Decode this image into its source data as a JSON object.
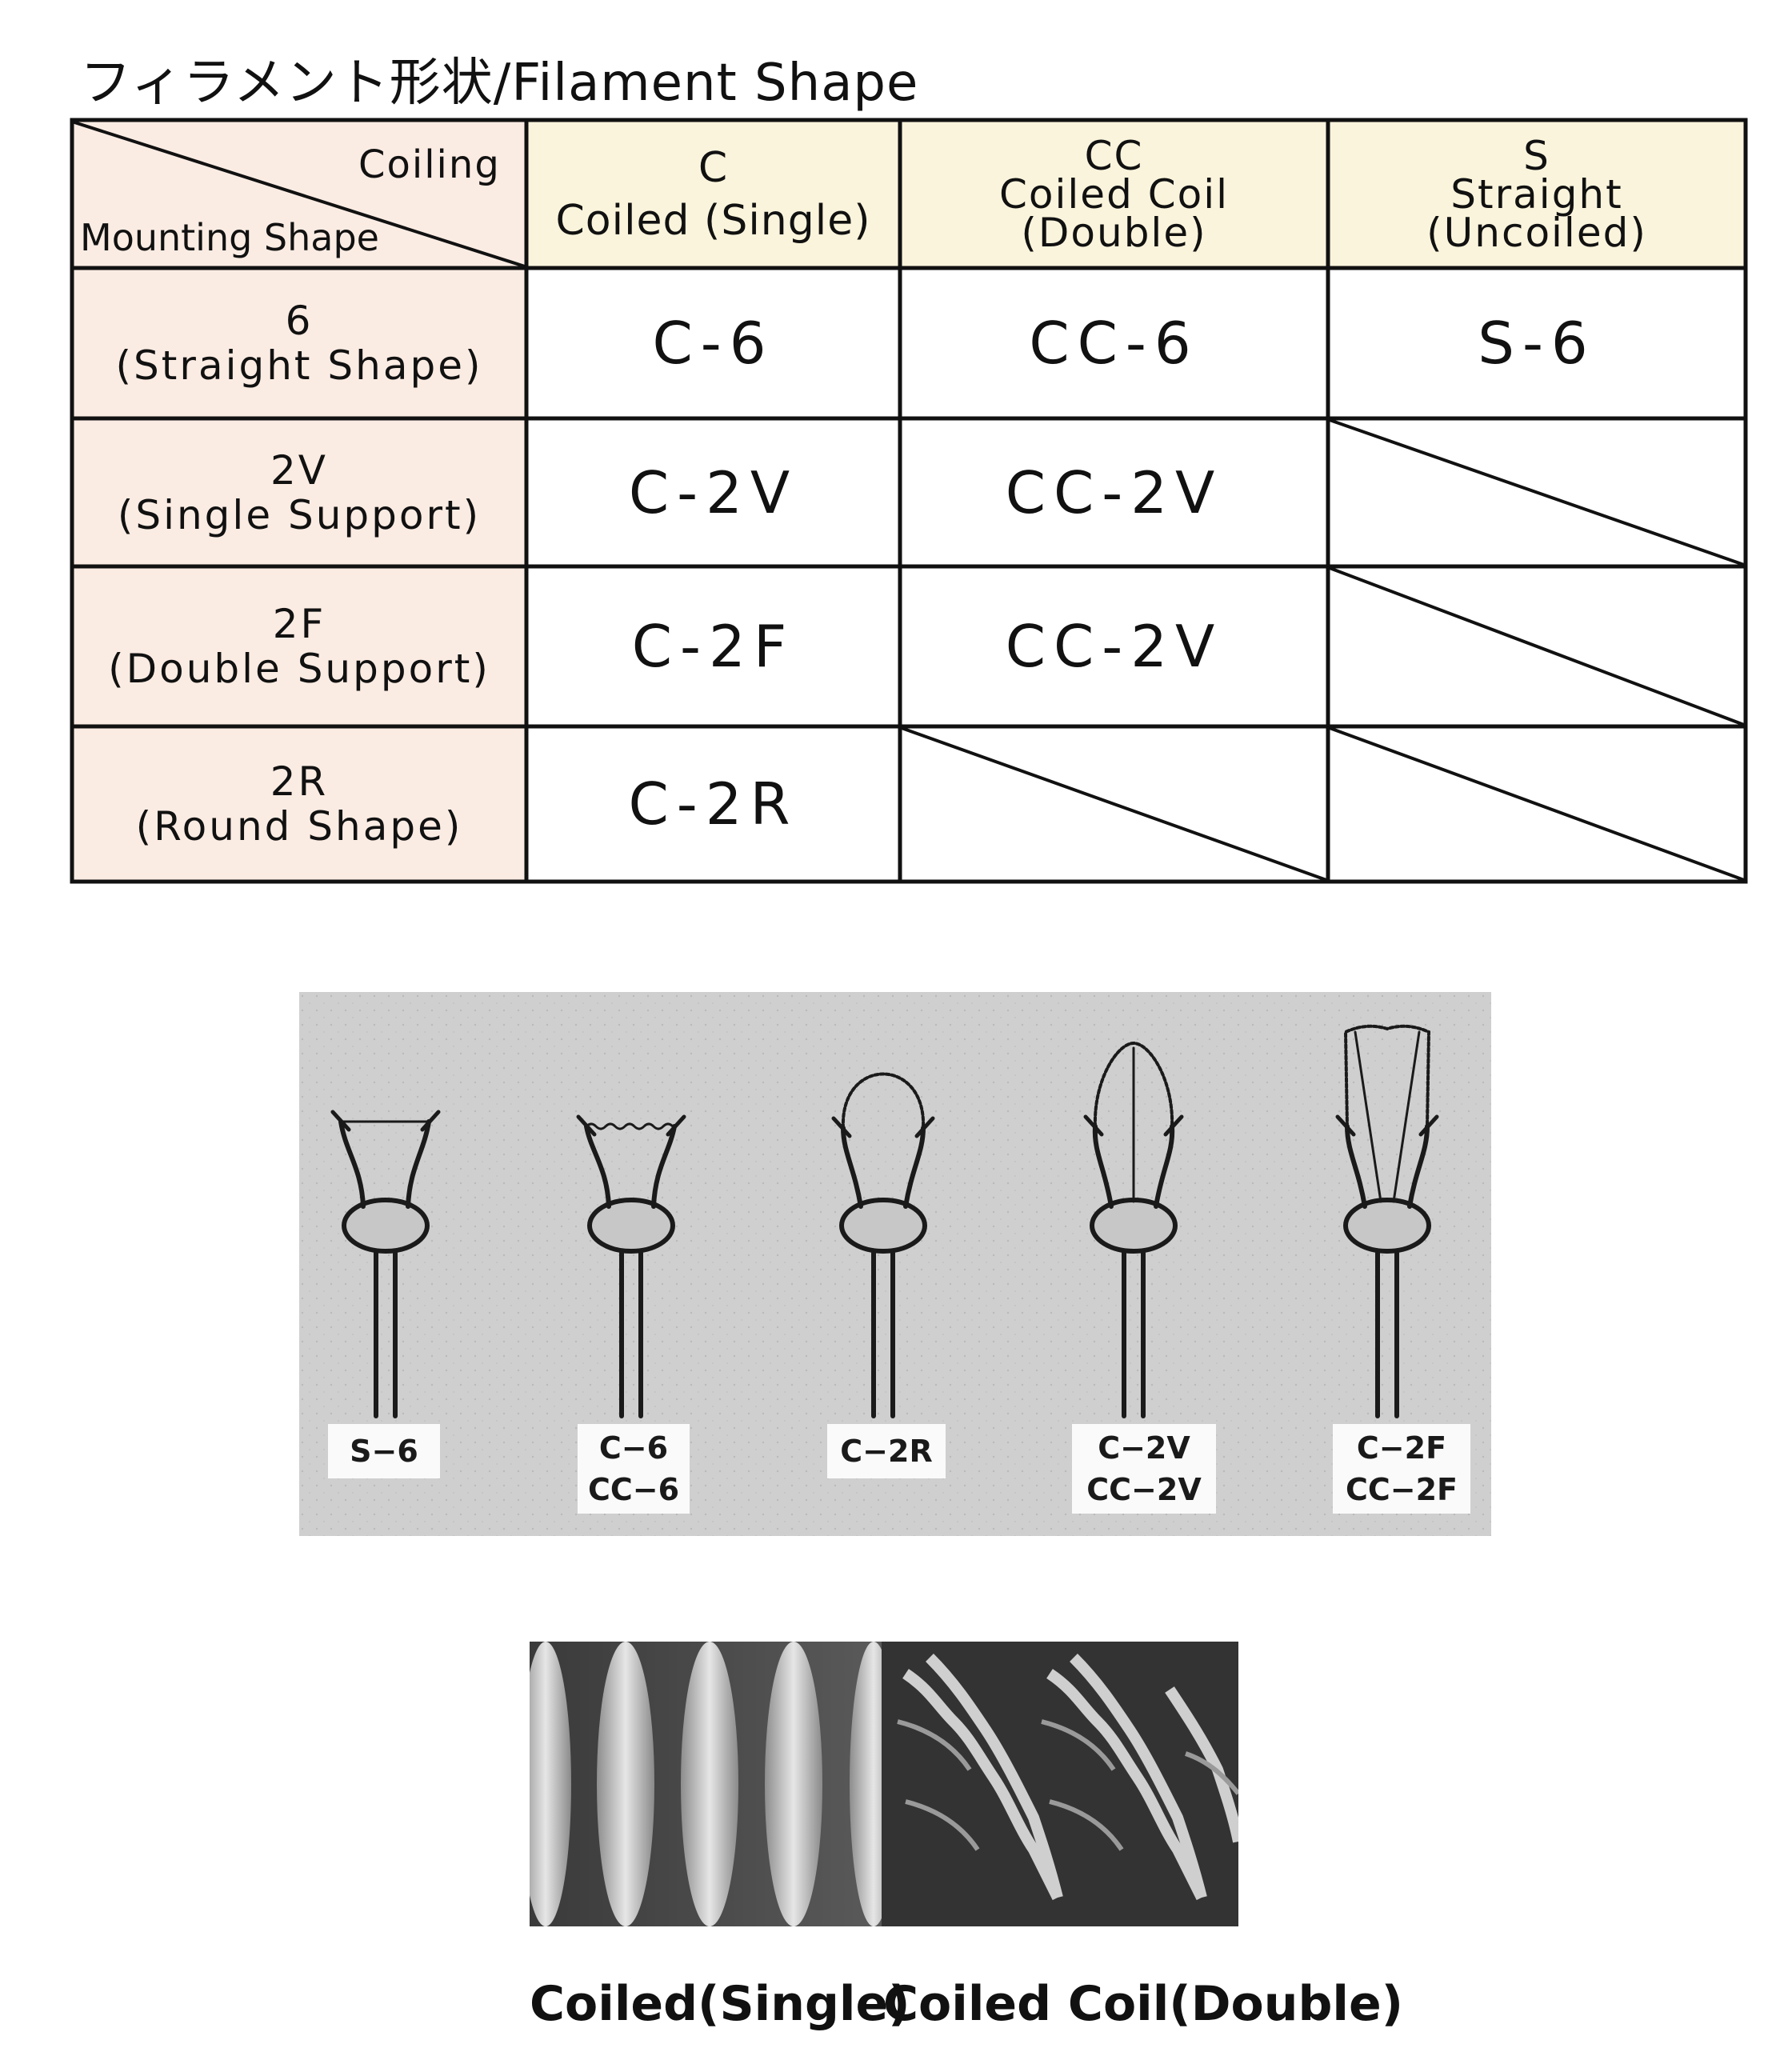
{
  "title": "フィラメント形状/Filament Shape",
  "table": {
    "corner": {
      "coiling": "Coiling",
      "mounting": "Mounting Shape"
    },
    "columns": [
      {
        "line1": "C",
        "line2": "Coiled (Single)",
        "line3": ""
      },
      {
        "line1": "CC",
        "line2": "Coiled Coil",
        "line3": "(Double)"
      },
      {
        "line1": "S",
        "line2": "Straight",
        "line3": "(Uncoiled)"
      }
    ],
    "rows": [
      {
        "code": "6",
        "name": "(Straight Shape)",
        "cells": [
          "C-6",
          "CC-6",
          "S-6"
        ]
      },
      {
        "code": "2V",
        "name": "(Single Support)",
        "cells": [
          "C-2V",
          "CC-2V",
          ""
        ]
      },
      {
        "code": "2F",
        "name": "(Double Support)",
        "cells": [
          "C-2F",
          "CC-2V",
          ""
        ]
      },
      {
        "code": "2R",
        "name": "(Round Shape)",
        "cells": [
          "C-2R",
          "",
          ""
        ]
      }
    ]
  },
  "filament_photo": {
    "labels": [
      {
        "line1": "S−6",
        "line2": ""
      },
      {
        "line1": "C−6",
        "line2": "CC−6"
      },
      {
        "line1": "C−2R",
        "line2": ""
      },
      {
        "line1": "C−2V",
        "line2": "CC−2V"
      },
      {
        "line1": "C−2F",
        "line2": "CC−2F"
      }
    ]
  },
  "coil_captions": {
    "single": "Coiled(Single)",
    "double": "Coiled Coil(Double)"
  }
}
